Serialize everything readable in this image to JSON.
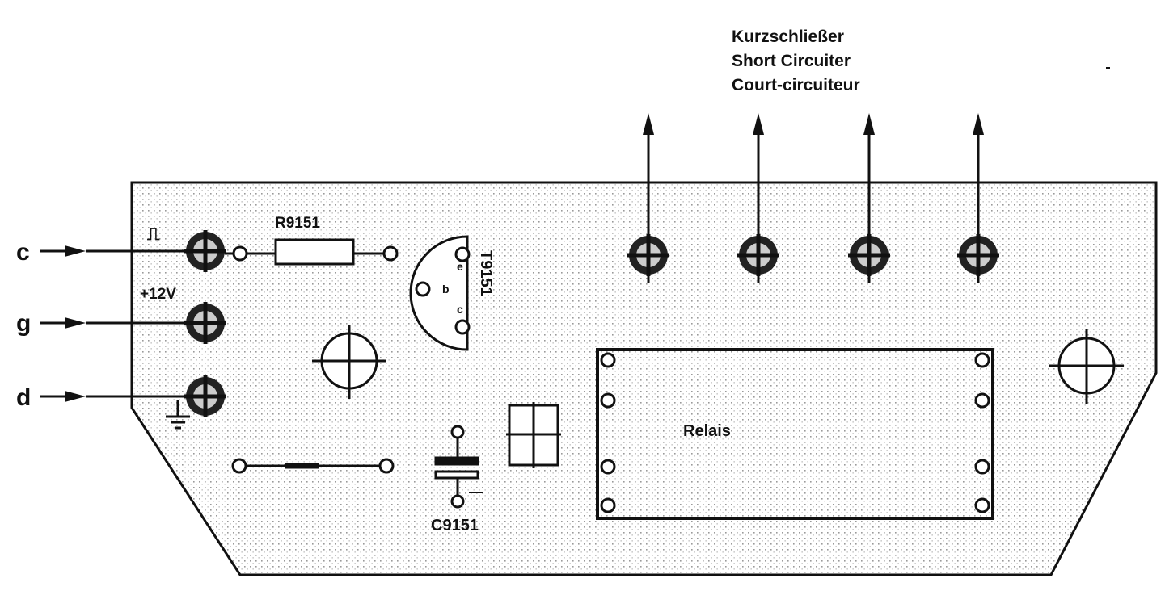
{
  "labels": {
    "short_circuiter_de": "Kurzschließer",
    "short_circuiter_en": "Short Circuiter",
    "short_circuiter_fr": "Court-circuiteur",
    "resistor": "R9151",
    "transistor": "T9151",
    "capacitor": "C9151",
    "relay": "Relais",
    "supply": "+12V",
    "input_c": "c",
    "input_g": "g",
    "input_d": "d",
    "pulse_symbol": "⎍",
    "transistor_pins": [
      "e",
      "b",
      "c"
    ]
  },
  "colors": {
    "ink": "#111111",
    "board_dots": "#9a9a9a",
    "background": "#ffffff"
  }
}
